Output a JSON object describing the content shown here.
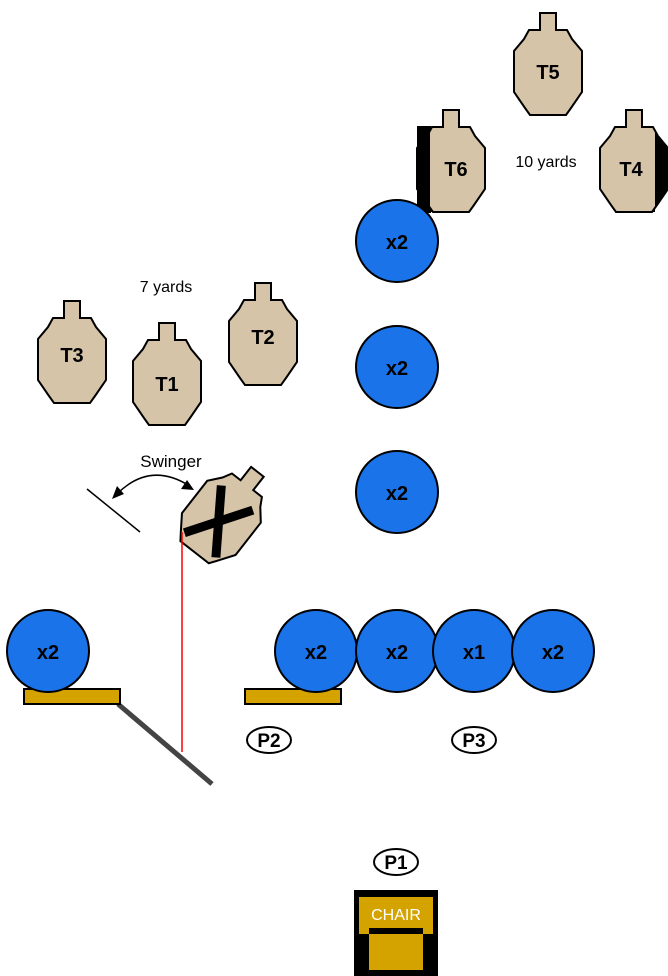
{
  "labels": {
    "distance_10": "10 yards",
    "distance_7": "7 yards",
    "swinger": "Swinger"
  },
  "targets": [
    {
      "id": "t5",
      "label": "T5"
    },
    {
      "id": "t6",
      "label": "T6"
    },
    {
      "id": "t4",
      "label": "T4"
    },
    {
      "id": "t3",
      "label": "T3"
    },
    {
      "id": "t1",
      "label": "T1"
    },
    {
      "id": "t2",
      "label": "T2"
    }
  ],
  "poppers": [
    {
      "id": "popper-1",
      "label": "x2"
    },
    {
      "id": "popper-2",
      "label": "x2"
    },
    {
      "id": "popper-3",
      "label": "x2"
    },
    {
      "id": "popper-4",
      "label": "x2"
    },
    {
      "id": "popper-5",
      "label": "x2"
    },
    {
      "id": "popper-6",
      "label": "x2"
    },
    {
      "id": "popper-7",
      "label": "x1"
    },
    {
      "id": "popper-8",
      "label": "x2"
    }
  ],
  "positions": [
    {
      "id": "p1",
      "label": "P1"
    },
    {
      "id": "p2",
      "label": "P2"
    },
    {
      "id": "p3",
      "label": "P3"
    }
  ],
  "chair": {
    "label": "CHAIR"
  },
  "colors": {
    "target_fill": "#d6c4a8",
    "hard_cover": "#000000",
    "popper_fill": "#1a73e8",
    "plate_fill": "#d4a300",
    "cable": "#ff0000",
    "ramp": "#444444"
  }
}
